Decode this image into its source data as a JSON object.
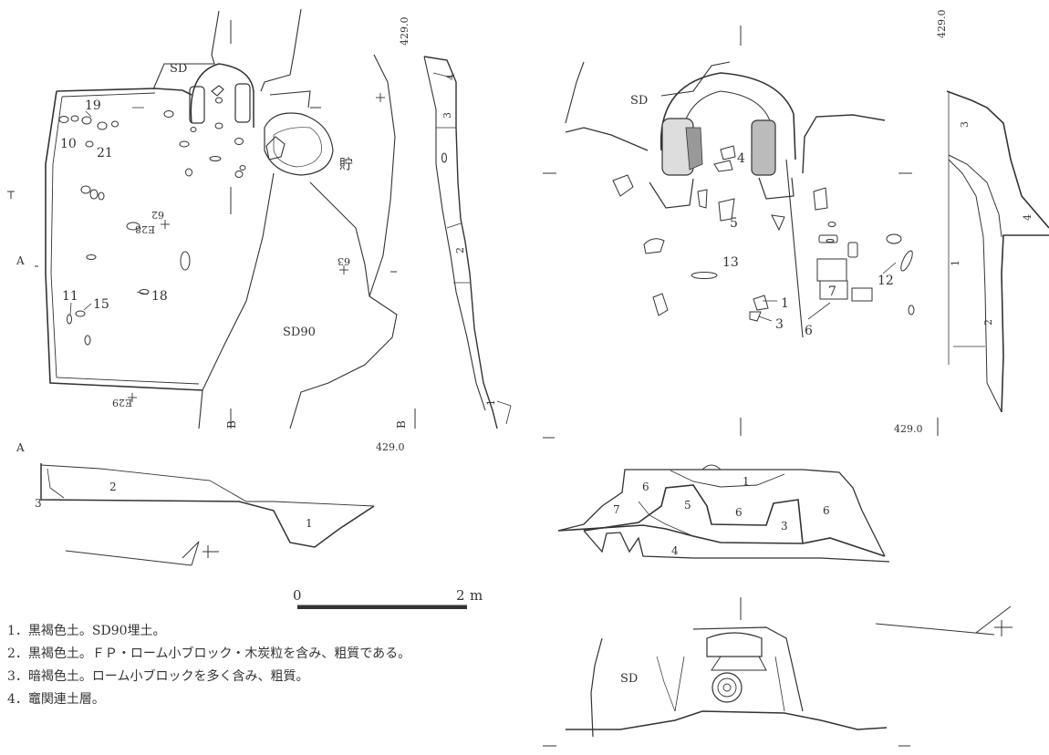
{
  "labels": {
    "sd_top_left": "SD",
    "sd_top_right": "SD",
    "sd_bottom": "SD",
    "sd90": "SD90",
    "storage": "貯",
    "elev_top_left": "429.0",
    "elev_top_right": "429.0",
    "elev_mid_left": "429.0",
    "elev_mid_right": "429.0",
    "grid_e28": "E28",
    "grid_62": "62",
    "grid_63": "63",
    "grid_e29": "E29",
    "section_a": "A",
    "section_a2": "A",
    "section_b": "B",
    "section_b2": "B"
  },
  "artifact_numbers_left": [
    "19",
    "10",
    "21",
    "11",
    "15",
    "18"
  ],
  "artifact_numbers_right": [
    "4",
    "5",
    "13",
    "1",
    "3",
    "12",
    "7",
    "6"
  ],
  "layer_numbers_section_left": [
    "2",
    "3",
    "1"
  ],
  "layer_numbers_profile_left": [
    "4",
    "3",
    "2",
    "1"
  ],
  "layer_numbers_section_right": [
    "6",
    "1",
    "7",
    "5",
    "6",
    "3",
    "6",
    "4"
  ],
  "layer_numbers_profile_right": [
    "3",
    "4",
    "1",
    "2"
  ],
  "scale": {
    "zero": "0",
    "end": "2",
    "unit": "m"
  },
  "legend": [
    "1．黒褐色土。SD90埋土。",
    "2．黒褐色土。ＦＰ・ローム小ブロック・木炭粒を含み、粗質である。",
    "3．暗褐色土。ローム小ブロックを多く含み、粗質。",
    "4．竈関連土層。"
  ]
}
